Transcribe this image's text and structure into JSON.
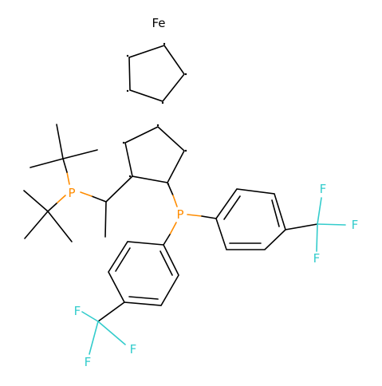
{
  "atoms": {
    "fe": "Fe",
    "p1": "P",
    "p2": "P",
    "f1": "F",
    "f2": "F",
    "f3": "F",
    "f4": "F",
    "f5": "F",
    "f6": "F"
  },
  "colors": {
    "carbon": "#000000",
    "phosphorus": "#FF8C00",
    "fluorine": "#33CCCC",
    "iron": "#000000"
  }
}
